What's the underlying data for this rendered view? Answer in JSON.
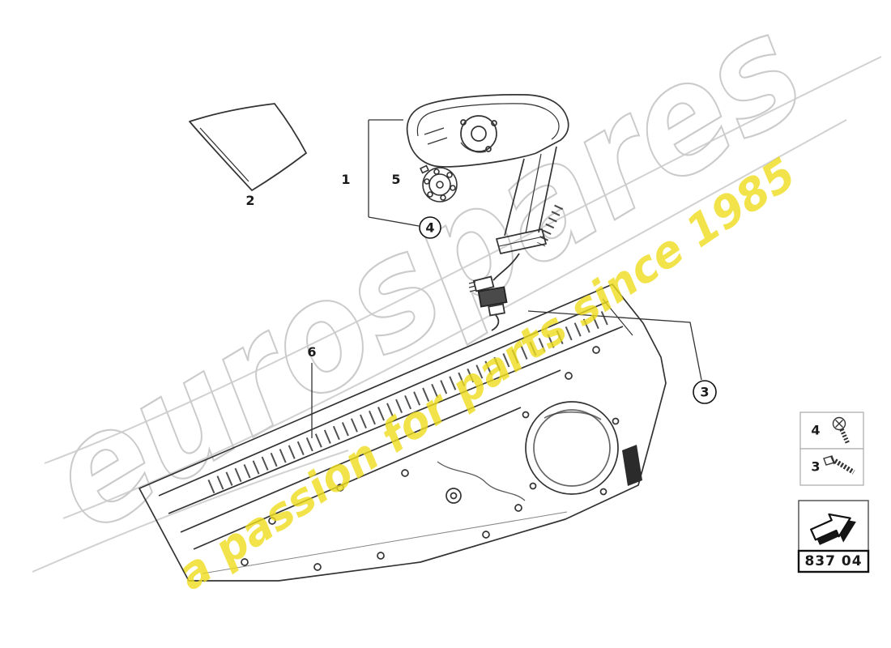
{
  "watermark": {
    "brand": "eurospares",
    "tagline": "a passion for parts since 1985"
  },
  "callouts": {
    "item1": "1",
    "item2": "2",
    "item3": "3",
    "item4": "4",
    "item5": "5",
    "item6": "6"
  },
  "legend": {
    "rows": [
      {
        "label": "4",
        "icon": "screw-icon"
      },
      {
        "label": "3",
        "icon": "bolt-icon"
      }
    ]
  },
  "part_box": {
    "code": "837 04",
    "icon": "direction-arrow-icon"
  },
  "colors": {
    "line": "#333333",
    "watermark_gray": "#cbcbcb",
    "watermark_yellow": "#eedd1c"
  }
}
